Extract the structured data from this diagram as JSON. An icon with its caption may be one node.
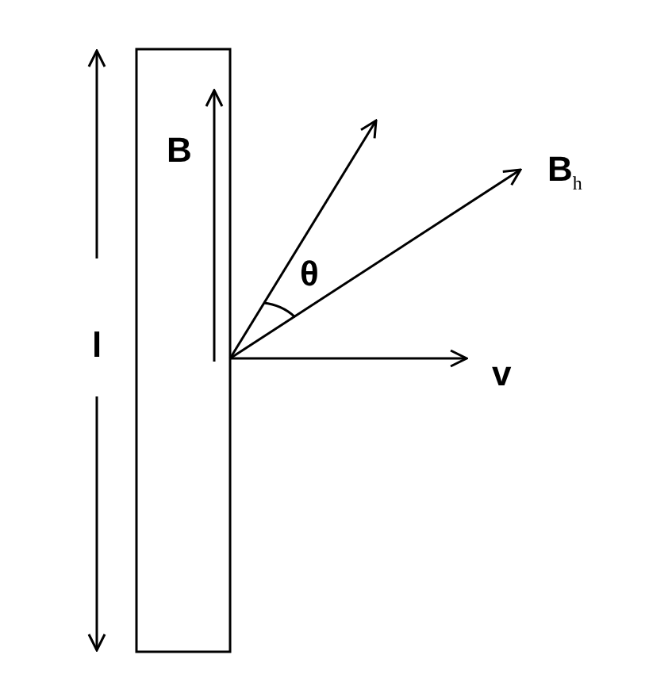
{
  "diagram": {
    "labels": [
      "B",
      "B$_{h}$",
      "θ",
      "l",
      "v"
    ]
  }
}
